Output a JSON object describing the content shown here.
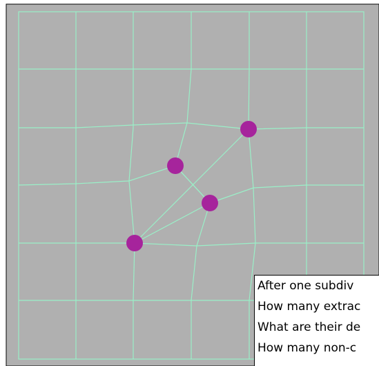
{
  "colors": {
    "background": "#ffffff",
    "canvas_fill": "#b0b0b0",
    "canvas_border": "#000000",
    "grid_line": "#9af0c8",
    "vertex": "#a6249c"
  },
  "mesh": {
    "vertex_count": 4,
    "grid_rows": 6,
    "grid_cols": 6
  },
  "questions": [
    "After one subdiv",
    "How many extrac",
    "What are their de",
    "How many non-c"
  ]
}
